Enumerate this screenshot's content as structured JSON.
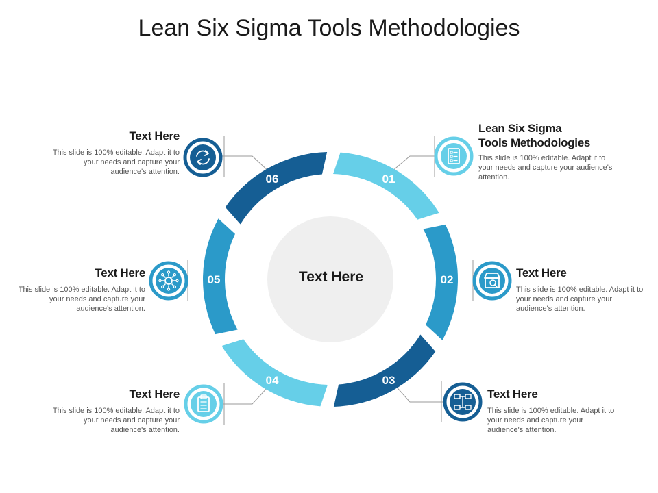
{
  "title": "Lean Six Sigma Tools Methodologies",
  "center": {
    "label": "Text Here"
  },
  "colors": {
    "light": "#66cfe8",
    "medium": "#2b9ac9",
    "dark": "#155e94",
    "center_fill": "#efefef"
  },
  "segments": [
    {
      "number": "01",
      "color": "#66cfe8"
    },
    {
      "number": "02",
      "color": "#2b9ac9"
    },
    {
      "number": "03",
      "color": "#155e94"
    },
    {
      "number": "04",
      "color": "#66cfe8"
    },
    {
      "number": "05",
      "color": "#2b9ac9"
    },
    {
      "number": "06",
      "color": "#155e94"
    }
  ],
  "items": [
    {
      "heading": "Lean Six Sigma\nTools Methodologies",
      "description": "This slide is 100% editable. Adapt it to your needs and capture your audience's attention.",
      "icon": "document-checklist-icon",
      "color": "#66cfe8"
    },
    {
      "heading": "Text Here",
      "description": "This slide is 100% editable. Adapt it to your needs and capture your audience's attention.",
      "icon": "storefront-icon",
      "color": "#2b9ac9"
    },
    {
      "heading": "Text Here",
      "description": "This slide is 100% editable. Adapt it to your needs and capture your audience's attention.",
      "icon": "flowchart-icon",
      "color": "#155e94"
    },
    {
      "heading": "Text Here",
      "description": "This slide is 100% editable. Adapt it to your needs and capture your audience's attention.",
      "icon": "clipboard-icon",
      "color": "#66cfe8"
    },
    {
      "heading": "Text Here",
      "description": "This slide is 100% editable. Adapt it to your needs and capture your audience's attention.",
      "icon": "network-gear-icon",
      "color": "#2b9ac9"
    },
    {
      "heading": "Text Here",
      "description": "This slide is 100% editable. Adapt it to your needs and capture your audience's attention.",
      "icon": "refresh-cycle-icon",
      "color": "#155e94"
    }
  ]
}
